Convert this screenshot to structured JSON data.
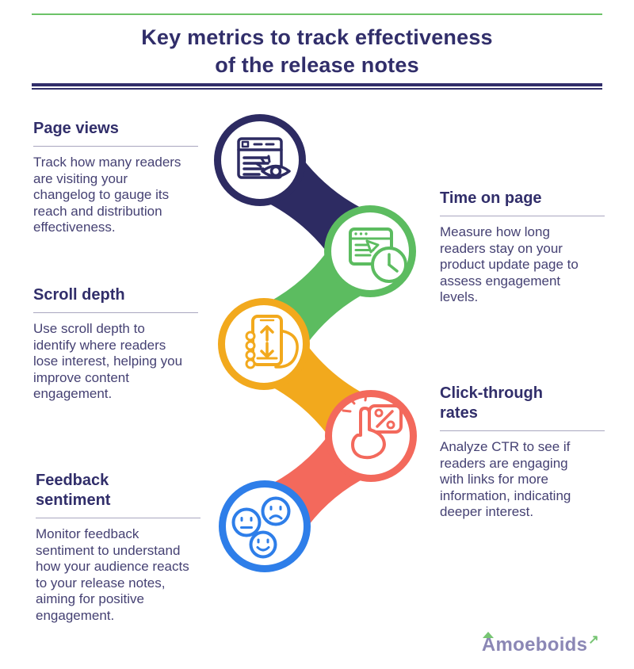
{
  "header": {
    "title": "Key metrics to track effectiveness\nof the release notes"
  },
  "sections": [
    {
      "id": "page-views",
      "title": "Page views",
      "description": "Track how many readers\nare visiting your\nchangelog to gauge its\nreach and distribution\neffectiveness.",
      "color": "#2d2b62",
      "icon": "browser-eye-icon"
    },
    {
      "id": "time-on-page",
      "title": "Time on page",
      "description": "Measure how long\nreaders stay on your\nproduct update page to\nassess engagement\nlevels.",
      "color": "#5cbc60",
      "icon": "browser-clock-icon"
    },
    {
      "id": "scroll-depth",
      "title": "Scroll depth",
      "description": "Use scroll depth to\nidentify where readers\nlose interest, helping you\nimprove content\nengagement.",
      "color": "#f2a91d",
      "icon": "hand-phone-scroll-icon"
    },
    {
      "id": "click-through-rates",
      "title": "Click-through\nrates",
      "description": "Analyze CTR to see if\nreaders are engaging\nwith links for more\ninformation, indicating\ndeeper interest.",
      "color": "#f3695c",
      "icon": "click-percent-icon"
    },
    {
      "id": "feedback-sentiment",
      "title": "Feedback\nsentiment",
      "description": "Monitor feedback\nsentiment to understand\nhow your audience reacts\nto your release notes,\naiming for positive\nengagement.",
      "color": "#2e7ee9",
      "icon": "smiley-faces-icon"
    }
  ],
  "footer": {
    "brand": "Amoeboids",
    "arrow": "↗"
  },
  "colors": {
    "navy": "#2d2b62",
    "green": "#5cbc60",
    "yellow": "#f2a91d",
    "red": "#f3695c",
    "blue": "#2e7ee9",
    "heading_text": "#312e6a",
    "body_text": "#454173",
    "divider": "#a9a6bf",
    "header_green_line": "#6cc267",
    "logo_purple": "#8b87b5",
    "logo_green": "#77c573"
  }
}
